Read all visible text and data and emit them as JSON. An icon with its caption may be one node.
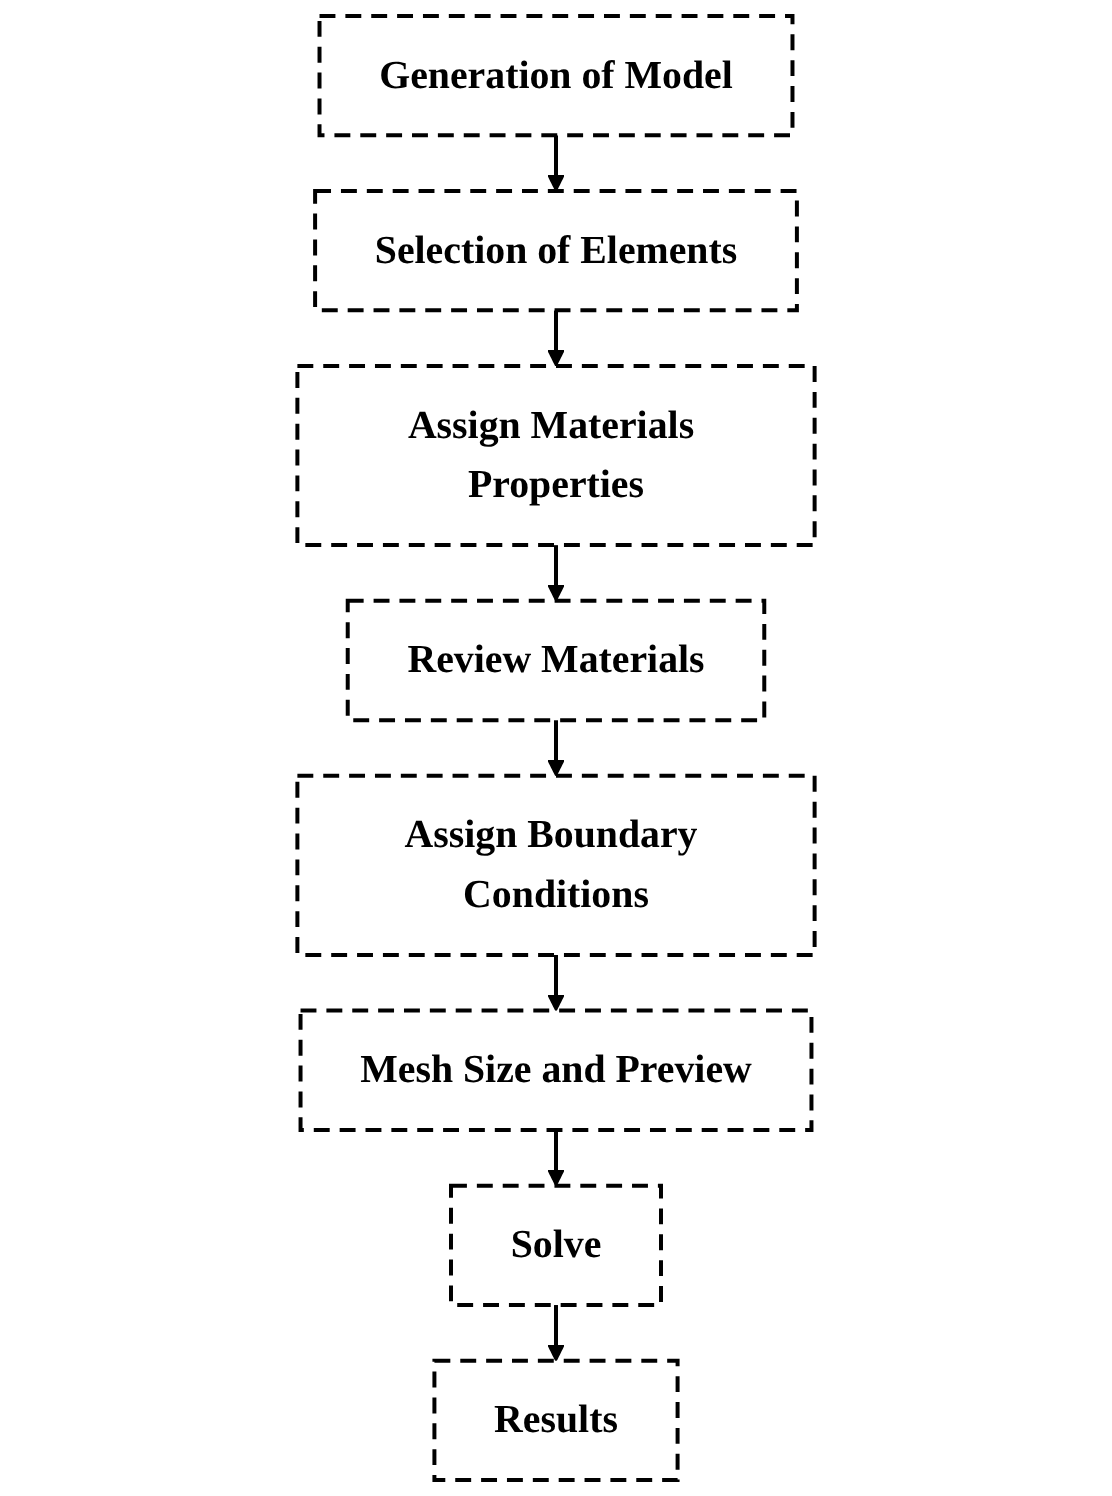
{
  "diagram": {
    "nodes": [
      {
        "text": [
          "Generation of Model"
        ]
      },
      {
        "text": [
          "Selection of Elements"
        ]
      },
      {
        "text": [
          "Assign Materials Properties"
        ]
      },
      {
        "text": [
          "Review Materials"
        ]
      },
      {
        "text": [
          "Assign Boundary Conditions"
        ]
      },
      {
        "text": [
          "Mesh Size and Preview"
        ]
      },
      {
        "text": [
          "Solve"
        ]
      },
      {
        "text": [
          "Results"
        ]
      }
    ],
    "edges": [
      {
        "from": 0,
        "to": 1,
        "arrow": "to"
      },
      {
        "from": 1,
        "to": 2,
        "arrow": "to"
      },
      {
        "from": 2,
        "to": 3,
        "arrow": "to"
      },
      {
        "from": 3,
        "to": 4,
        "arrow": "to"
      },
      {
        "from": 4,
        "to": 5,
        "arrow": "to"
      },
      {
        "from": 5,
        "to": 6,
        "arrow": "to"
      },
      {
        "from": 6,
        "to": 7,
        "arrow": "to"
      }
    ]
  }
}
